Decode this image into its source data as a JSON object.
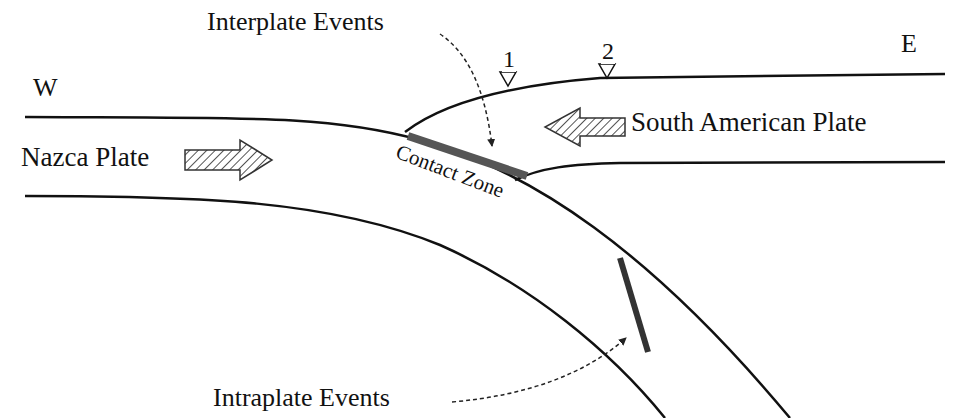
{
  "diagram": {
    "labels": [
      "Interplate Events",
      "1",
      "2",
      "W",
      "E",
      "South American Plate",
      "Nazca Plate",
      "Contact Zone",
      "Intraplate Events"
    ]
  }
}
